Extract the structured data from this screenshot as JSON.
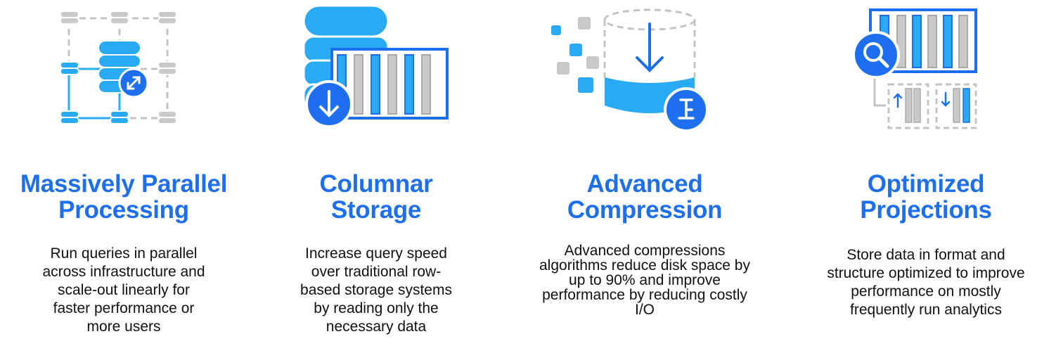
{
  "colors": {
    "accent": "#1e6ff0",
    "icon_blue": "#29aaf4",
    "icon_gray": "#c9c9c9",
    "text": "#111111"
  },
  "features": [
    {
      "icon": "parallel-nodes-icon",
      "title_lines": [
        "Massively Parallel",
        "Processing"
      ],
      "desc_lines": [
        "Run queries in parallel",
        "across infrastructure and",
        "scale-out linearly for",
        "faster performance or",
        "more users"
      ]
    },
    {
      "icon": "columnar-storage-icon",
      "title_lines": [
        "Columnar",
        "Storage"
      ],
      "desc_lines": [
        "Increase query speed",
        "over traditional row-",
        "based storage systems",
        "by reading only the",
        "necessary data"
      ]
    },
    {
      "icon": "compression-icon",
      "title_lines": [
        "Advanced",
        "Compression"
      ],
      "desc_lines": [
        "Advanced compressions",
        "algorithms reduce disk space by",
        "up to 90% and improve",
        "performance by reducing costly",
        "I/O"
      ]
    },
    {
      "icon": "projections-icon",
      "title_lines": [
        "Optimized",
        "Projections"
      ],
      "desc_lines": [
        "Store data in format and",
        "structure optimized to improve",
        "performance on mostly",
        "frequently run analytics"
      ]
    }
  ]
}
